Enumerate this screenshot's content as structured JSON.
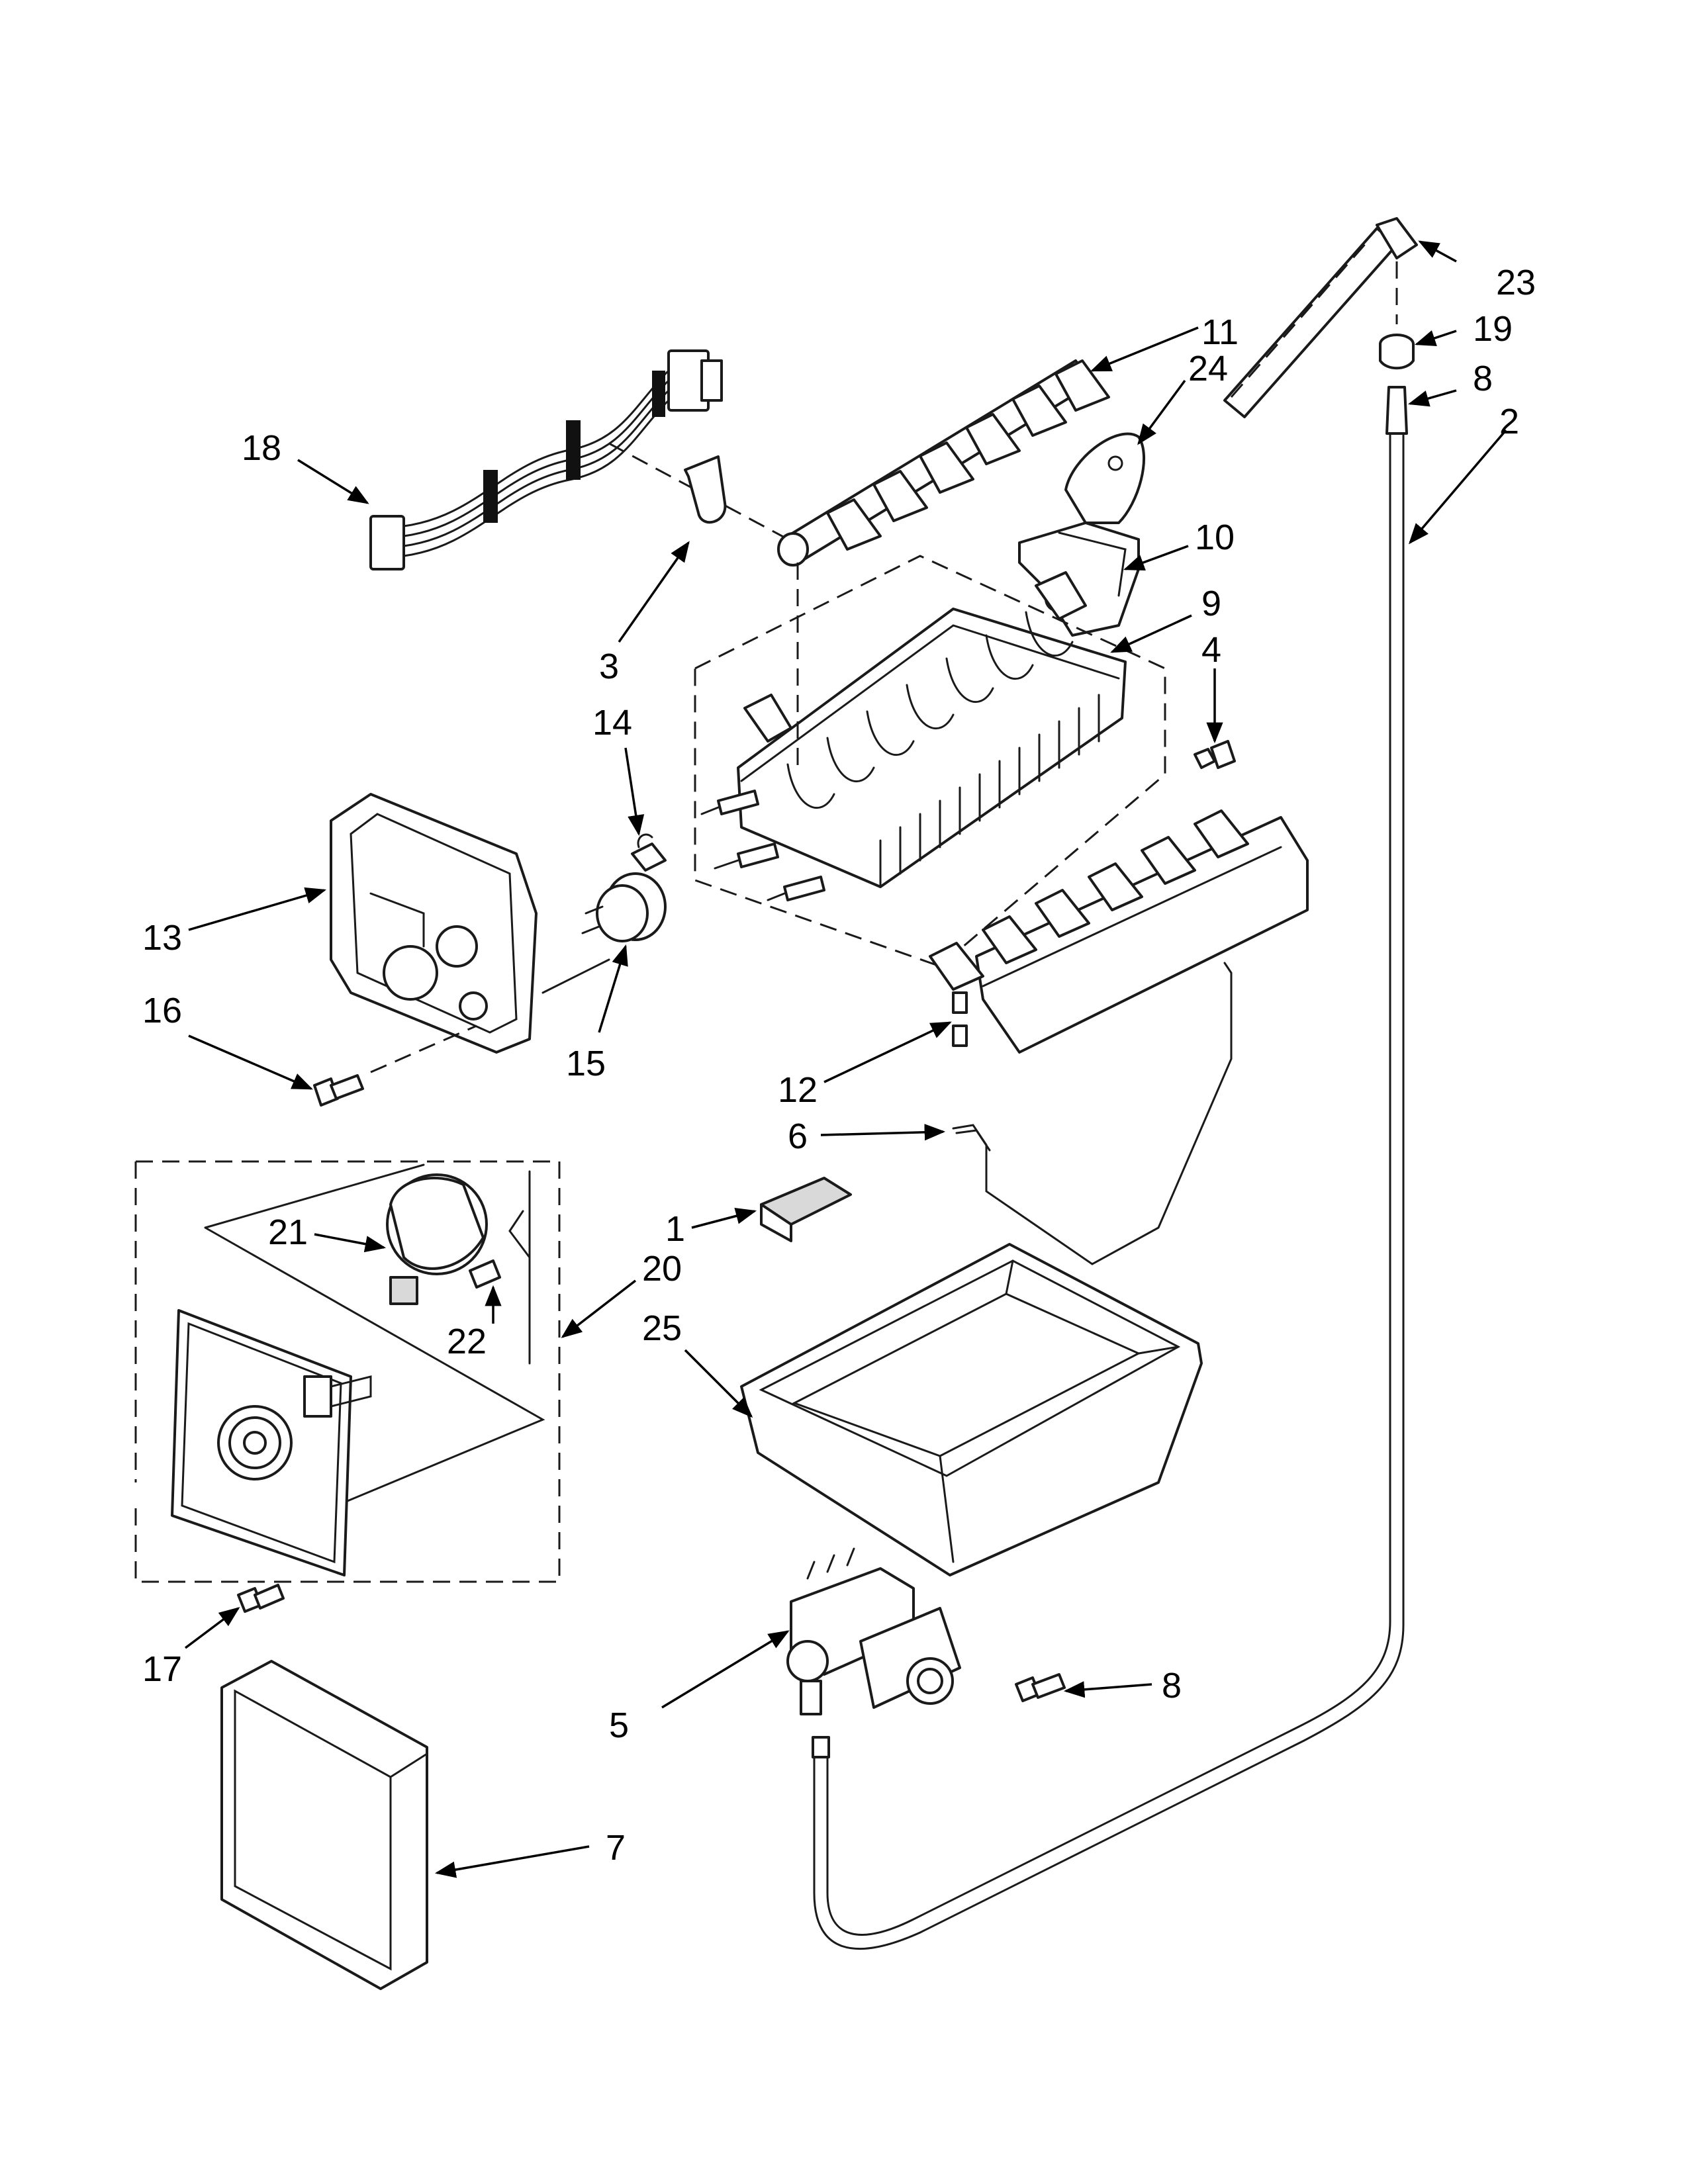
{
  "callouts": [
    {
      "id": "c1",
      "label": "1"
    },
    {
      "id": "c2",
      "label": "2"
    },
    {
      "id": "c3",
      "label": "3"
    },
    {
      "id": "c4",
      "label": "4"
    },
    {
      "id": "c5",
      "label": "5"
    },
    {
      "id": "c6",
      "label": "6"
    },
    {
      "id": "c7",
      "label": "7"
    },
    {
      "id": "c8a",
      "label": "8"
    },
    {
      "id": "c8b",
      "label": "8"
    },
    {
      "id": "c9",
      "label": "9"
    },
    {
      "id": "c10",
      "label": "10"
    },
    {
      "id": "c11",
      "label": "11"
    },
    {
      "id": "c12",
      "label": "12"
    },
    {
      "id": "c13",
      "label": "13"
    },
    {
      "id": "c14",
      "label": "14"
    },
    {
      "id": "c15",
      "label": "15"
    },
    {
      "id": "c16",
      "label": "16"
    },
    {
      "id": "c17",
      "label": "17"
    },
    {
      "id": "c18",
      "label": "18"
    },
    {
      "id": "c19",
      "label": "19"
    },
    {
      "id": "c20",
      "label": "20"
    },
    {
      "id": "c21",
      "label": "21"
    },
    {
      "id": "c22",
      "label": "22"
    },
    {
      "id": "c23",
      "label": "23"
    },
    {
      "id": "c24",
      "label": "24"
    },
    {
      "id": "c25",
      "label": "25"
    }
  ]
}
